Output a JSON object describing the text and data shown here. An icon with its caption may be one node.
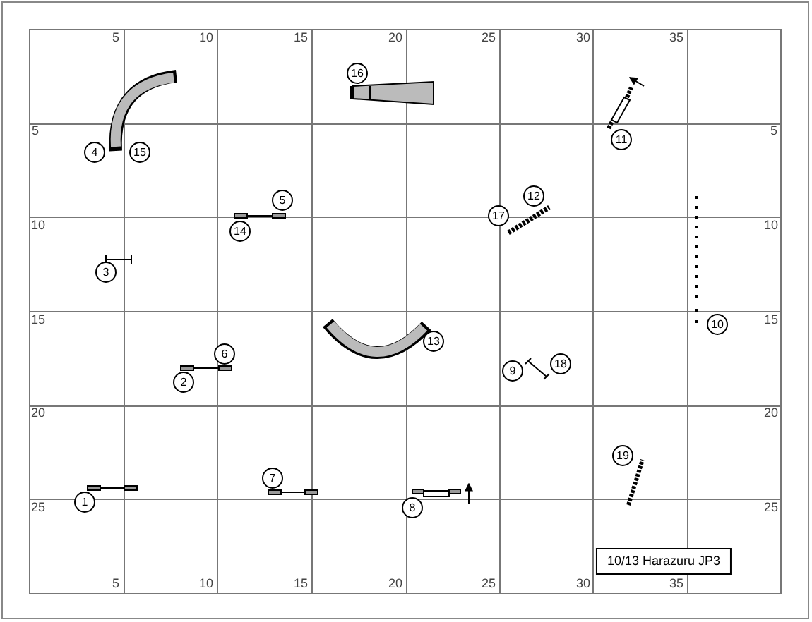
{
  "diagram": {
    "labels": [
      "5",
      "10",
      "15",
      "20",
      "25",
      "30",
      "35",
      "16",
      "5",
      "5",
      "11",
      "4",
      "15",
      "12",
      "5",
      "17",
      "10",
      "10",
      "14",
      "3",
      "15",
      "15",
      "10",
      "13",
      "6",
      "18",
      "9",
      "2",
      "20",
      "20",
      "19",
      "7",
      "25",
      "1",
      "8",
      "25",
      "10/13 Harazuru JP3",
      "5",
      "10",
      "15",
      "20",
      "25",
      "30",
      "35"
    ]
  }
}
